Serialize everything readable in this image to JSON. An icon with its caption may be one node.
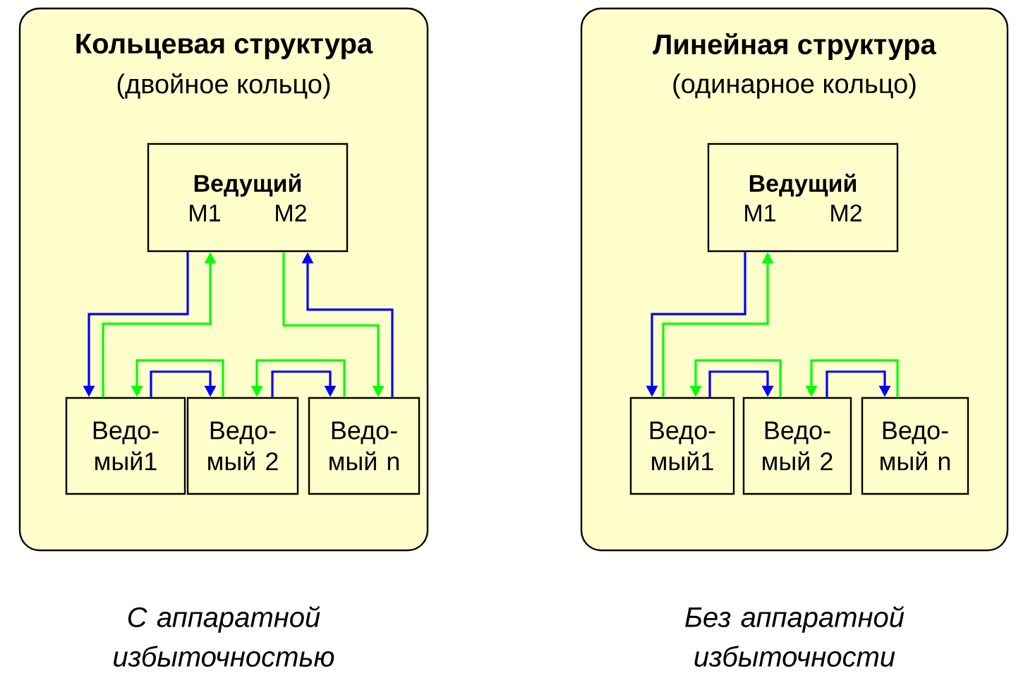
{
  "diagram": {
    "nodes": [
      {
        "text": [
          "Кольцевая структура",
          "(двойное кольцо)"
        ]
      },
      {
        "text": [
          "Ведущий",
          "M1",
          "M2"
        ],
        "in": 0
      },
      {
        "text": [
          "Ведо-мый1"
        ],
        "in": 0
      },
      {
        "text": [
          "Ведо-мый 2"
        ],
        "in": 0
      },
      {
        "text": [
          "Ведо-мый n"
        ],
        "in": 0
      },
      {
        "text": [
          "Линейная структура",
          "(одинарное кольцо)"
        ]
      },
      {
        "text": [
          "Ведущий",
          "M1",
          "M2"
        ],
        "in": 5
      },
      {
        "text": [
          "Ведо-мый1"
        ],
        "in": 5
      },
      {
        "text": [
          "Ведо-мый 2"
        ],
        "in": 5
      },
      {
        "text": [
          "Ведо-мый n"
        ],
        "in": 5
      }
    ],
    "edges": [
      {
        "from": 1,
        "to": 2,
        "arrow": "to",
        "color": "#0000ff"
      },
      {
        "from": 2,
        "to": 1,
        "arrow": "to",
        "color": "#00ff00"
      },
      {
        "from": 3,
        "to": 2,
        "arrow": "to",
        "color": "#00ff00"
      },
      {
        "from": 2,
        "to": 3,
        "arrow": "to",
        "color": "#0000ff"
      },
      {
        "from": 4,
        "to": 3,
        "arrow": "to",
        "color": "#00ff00"
      },
      {
        "from": 3,
        "to": 4,
        "arrow": "to",
        "color": "#0000ff"
      },
      {
        "from": 1,
        "to": 4,
        "arrow": "to",
        "color": "#00ff00"
      },
      {
        "from": 4,
        "to": 1,
        "arrow": "to",
        "color": "#0000ff"
      },
      {
        "from": 6,
        "to": 7,
        "arrow": "to",
        "color": "#0000ff"
      },
      {
        "from": 7,
        "to": 6,
        "arrow": "to",
        "color": "#00ff00"
      },
      {
        "from": 8,
        "to": 7,
        "arrow": "to",
        "color": "#00ff00"
      },
      {
        "from": 7,
        "to": 8,
        "arrow": "to",
        "color": "#0000ff"
      },
      {
        "from": 9,
        "to": 8,
        "arrow": "to",
        "color": "#00ff00"
      },
      {
        "from": 8,
        "to": 9,
        "arrow": "to",
        "color": "#0000ff"
      }
    ],
    "labels": [
      "С аппаратной избыточностью",
      "Без аппаратной избыточности"
    ]
  }
}
